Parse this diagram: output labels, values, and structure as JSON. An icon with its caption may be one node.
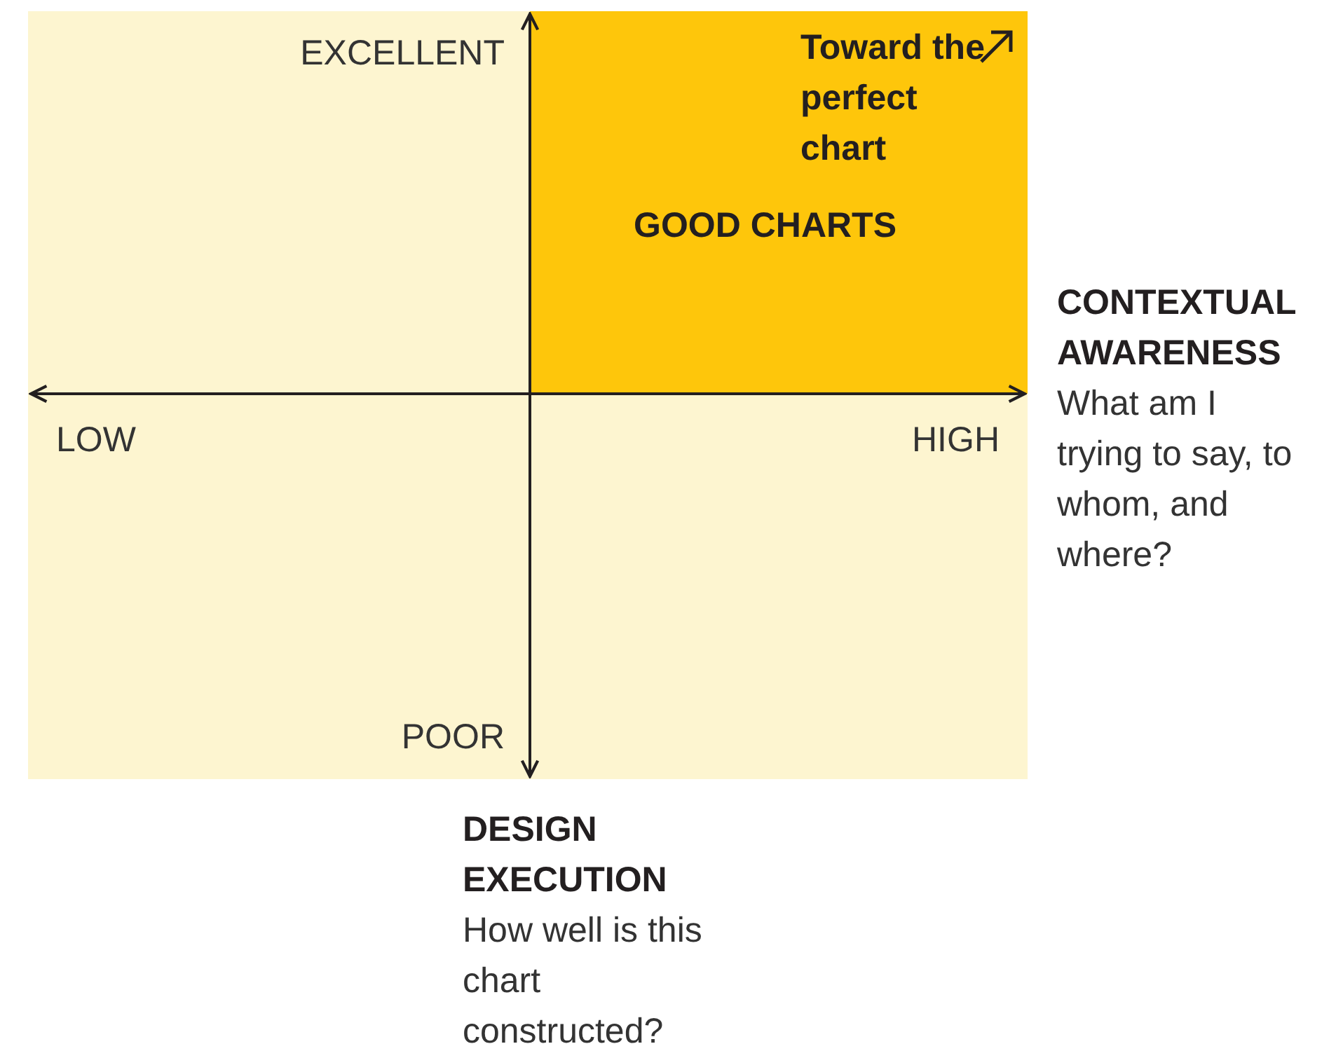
{
  "diagram": {
    "nodes": [
      {
        "text": [
          "Toward the perfect chart",
          "GOOD CHARTS"
        ]
      }
    ],
    "labels": [
      "EXCELLENT",
      "LOW",
      "HIGH",
      "POOR",
      "CONTEXTUAL AWARENESS",
      "What am I trying to say, to whom, and where?",
      "DESIGN EXECUTION",
      "How well is this chart constructed?"
    ]
  }
}
